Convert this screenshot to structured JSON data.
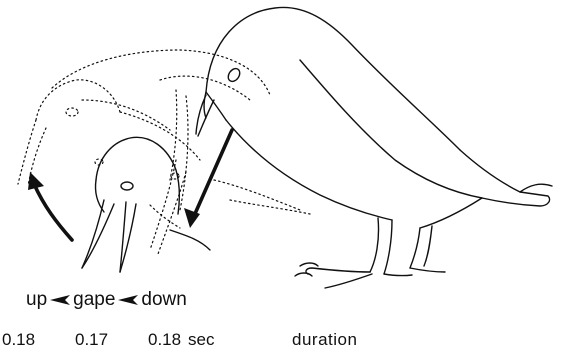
{
  "phases": {
    "first": "up",
    "second": "gape",
    "third": "down",
    "arrow_icon": "left-pointing-wedge-arrow"
  },
  "durations": {
    "values": [
      "0.18",
      "0.17",
      "0.18"
    ],
    "unit": "sec",
    "label": "duration"
  },
  "colors": {
    "ink": "#111111",
    "paper": "#ffffff"
  }
}
